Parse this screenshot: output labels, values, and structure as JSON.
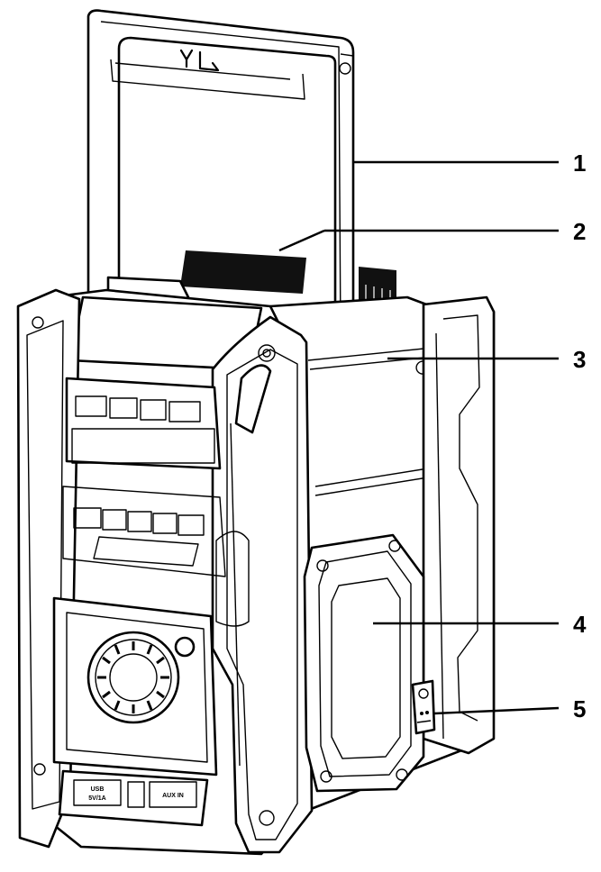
{
  "figure": {
    "handle_symbol": "antenna-icon",
    "port_labels": {
      "usb": [
        "USB",
        "5V/1A"
      ],
      "aux": "AUX IN"
    },
    "callouts": [
      {
        "label": "1",
        "part": "handle"
      },
      {
        "label": "2",
        "part": "top-grille"
      },
      {
        "label": "3",
        "part": "housing"
      },
      {
        "label": "4",
        "part": "side-panel"
      },
      {
        "label": "5",
        "part": "dc-port"
      }
    ]
  }
}
